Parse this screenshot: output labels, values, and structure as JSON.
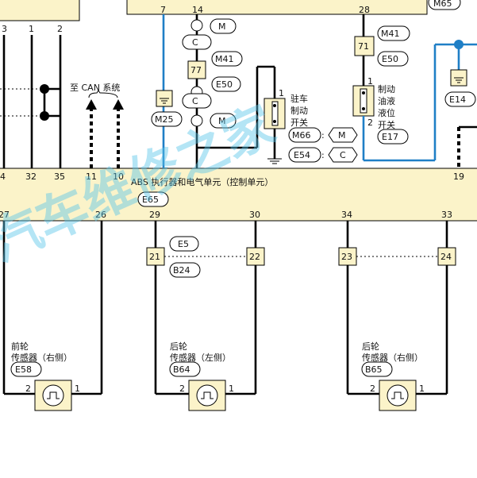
{
  "watermark": "汽车维修之家",
  "top_connector_pins": {
    "a": "3",
    "b": "1",
    "c": "2"
  },
  "top_module_pins": {
    "p7": "7",
    "p14": "14",
    "p28": "28"
  },
  "top_right_code": "M65",
  "can_label": "至 CAN 系统",
  "left_bus_pins": {
    "p4": "4",
    "p32": "32",
    "p35": "35",
    "p11": "11",
    "p10": "10"
  },
  "connector_codes": {
    "m_top": "M",
    "c1": "C",
    "m41a": "M41",
    "box77": "77",
    "e50a": "E50",
    "c2": "C",
    "m25": "M25",
    "m2": "M",
    "m41b": "M41",
    "box71": "71",
    "e50b": "E50",
    "e14": "E14",
    "e17": "E17",
    "m66": "M66",
    "m3": "M",
    "e54": "E54",
    "c3": "C"
  },
  "parking_switch": {
    "pin": "1",
    "label_lines": [
      "驻车",
      "制动",
      "开关"
    ]
  },
  "fluid_switch": {
    "pin1": "1",
    "pin2": "2",
    "label_lines": [
      "制动",
      "油液",
      "液位",
      "开关"
    ]
  },
  "right_pin": "19",
  "abs_unit": {
    "title": "ABS 执行器和电气单元（控制单元）",
    "code": "E65"
  },
  "bottom_pins": {
    "p27": "27",
    "p26": "26",
    "p29": "29",
    "p30": "30",
    "p34": "34",
    "p33": "33"
  },
  "joint_boxes": {
    "b21": "21",
    "b22": "22",
    "b23": "23",
    "b24": "24"
  },
  "joint_codes": {
    "e5": "E5",
    "b24": "B24"
  },
  "sensors": [
    {
      "line1": "前轮",
      "line2": "传感器（右侧）",
      "code": "E58",
      "pin2": "2",
      "pin1": "1"
    },
    {
      "line1": "后轮",
      "line2": "传感器（左侧）",
      "code": "B64",
      "pin2": "2",
      "pin1": "1"
    },
    {
      "line1": "后轮",
      "line2": "传感器（右侧）",
      "code": "B65",
      "pin2": "2",
      "pin1": "1"
    }
  ]
}
